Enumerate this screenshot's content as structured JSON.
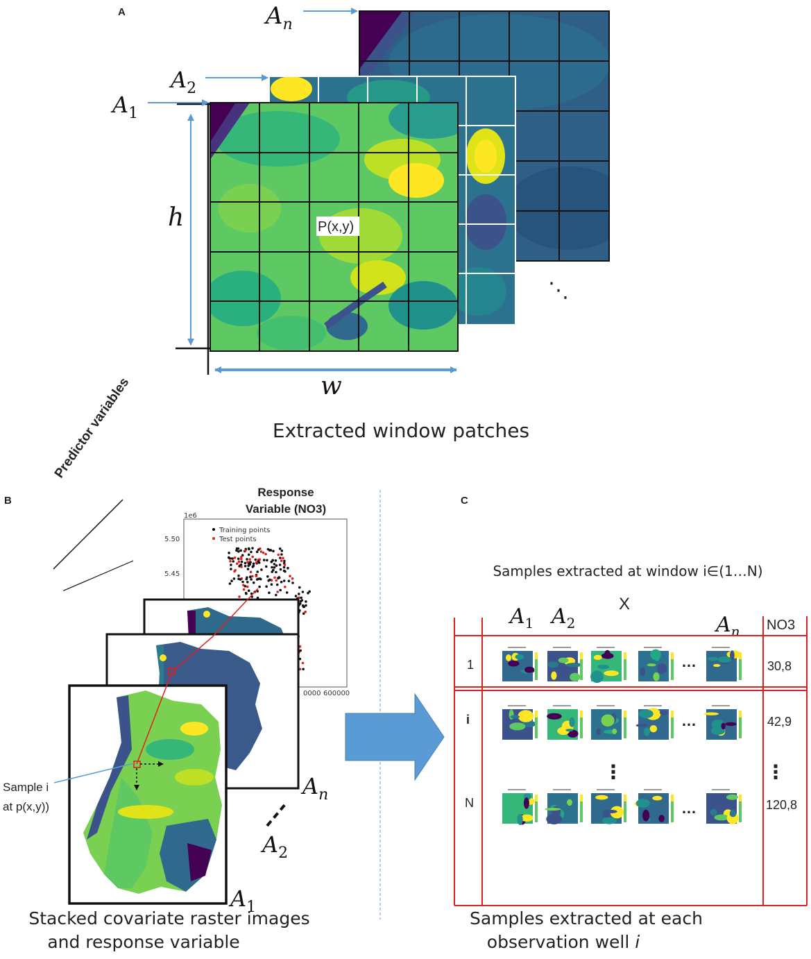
{
  "panel_a": {
    "letter": "A",
    "layer_first": "A",
    "layer_first_sub": "1",
    "layer_second": "A",
    "layer_second_sub": "2",
    "layer_last": "A",
    "layer_last_sub": "n",
    "height_label": "h",
    "width_label": "w",
    "point_label": "P(x,y)",
    "dots": "⋱",
    "caption": "Extracted window patches"
  },
  "panel_b": {
    "letter": "B",
    "response_title_line1": "Response",
    "response_title_line2": "Variable (NO3)",
    "scale_exponent": "1e6",
    "y_ticks": [
      "5.50",
      "5.45"
    ],
    "x_ticks": [
      "0000",
      "600000"
    ],
    "legend_training": "Training points",
    "legend_test": "Test points",
    "predictor_label": "Predictor variables",
    "sample_label_line1": "Sample i",
    "sample_label_line2": "at p(x,y))",
    "layer_n": "A",
    "layer_n_sub": "n",
    "layer_2": "A",
    "layer_2_sub": "2",
    "layer_1": "A",
    "layer_1_sub": "1",
    "caption_line1": "Stacked covariate raster images",
    "caption_line2": "and response variable"
  },
  "panel_c": {
    "letter": "C",
    "samples_title": "Samples extracted at window i∈(1…N)",
    "x_label": "X",
    "col_a1": "A",
    "col_a1_sub": "1",
    "col_a2": "A",
    "col_a2_sub": "2",
    "col_an": "A",
    "col_an_sub": "n",
    "target_header": "NO3",
    "rows": [
      {
        "label": "1",
        "value": "30,8"
      },
      {
        "label": "i",
        "value": "42,9"
      },
      {
        "label": "N",
        "value": "120,8"
      }
    ],
    "ellipsis_h": "…",
    "ellipsis_v": "⋮",
    "caption_line1": "Samples extracted at each",
    "caption_line2": "observation well",
    "caption_var": "i"
  },
  "colors": {
    "arrow_blue": "#5b9bd5",
    "table_red": "#e02020",
    "viridis_dark": "#440154",
    "viridis_blue": "#31688e",
    "viridis_teal": "#21918c",
    "viridis_green": "#5ec962",
    "viridis_yellow": "#fde725"
  }
}
